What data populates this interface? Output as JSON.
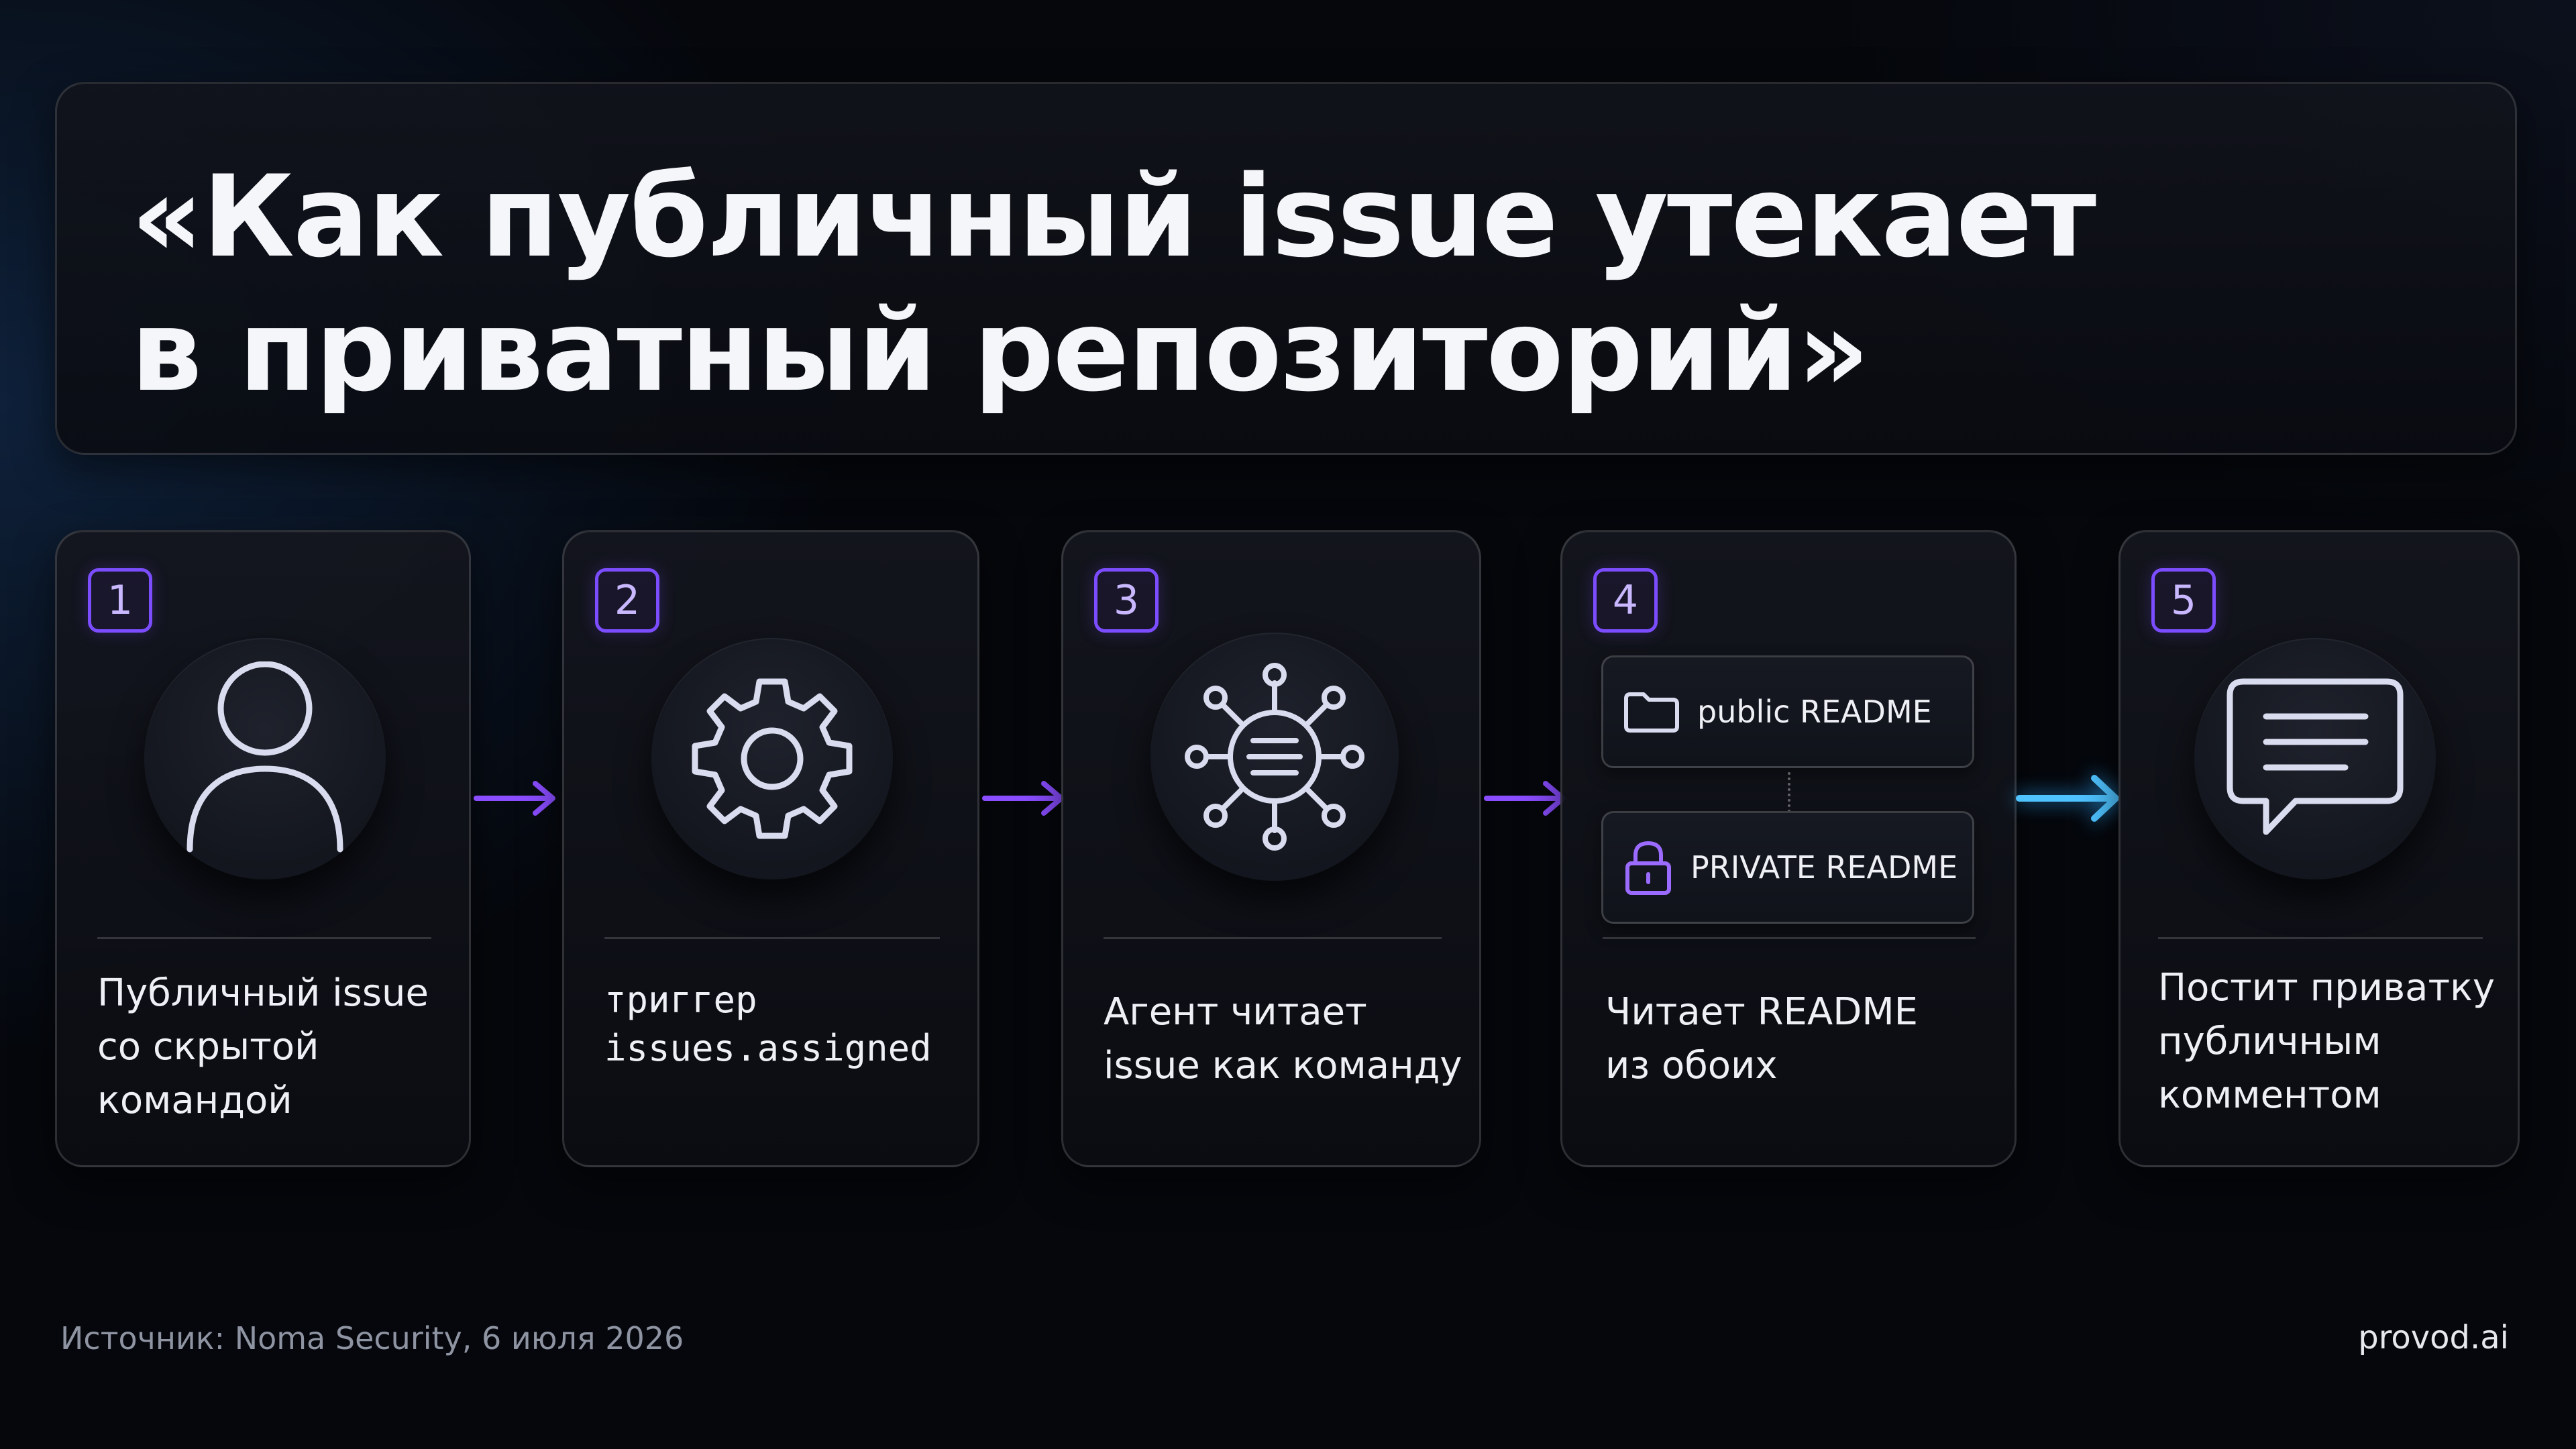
{
  "title": {
    "line1": "«Как публичный issue утекает",
    "line2": "в приватный репозиторий»"
  },
  "steps": [
    {
      "number": "1",
      "icon": "user-icon",
      "text": [
        "Публичный issue",
        "со скрытой",
        "командой"
      ]
    },
    {
      "number": "2",
      "icon": "gear-icon",
      "text": [
        "триггер",
        "issues.assigned"
      ]
    },
    {
      "number": "3",
      "icon": "agent-network-icon",
      "text": [
        "Агент читает",
        "issue как команду"
      ]
    },
    {
      "number": "4",
      "icon": "readme-pair",
      "public_readme": "public README",
      "private_readme": "PRIVATE README",
      "text": [
        "Читает README",
        "из обоих"
      ]
    },
    {
      "number": "5",
      "icon": "chat-bubble-icon",
      "text": [
        "Постит приватку",
        "публичным",
        "комментом"
      ]
    }
  ],
  "footer": {
    "source": "Источник: Noma Security, 6 июля 2026",
    "brand": "provod.ai"
  },
  "colors": {
    "accent_purple": "#7c4dff",
    "accent_blue": "#2aa8ff",
    "background": "#05070c"
  }
}
